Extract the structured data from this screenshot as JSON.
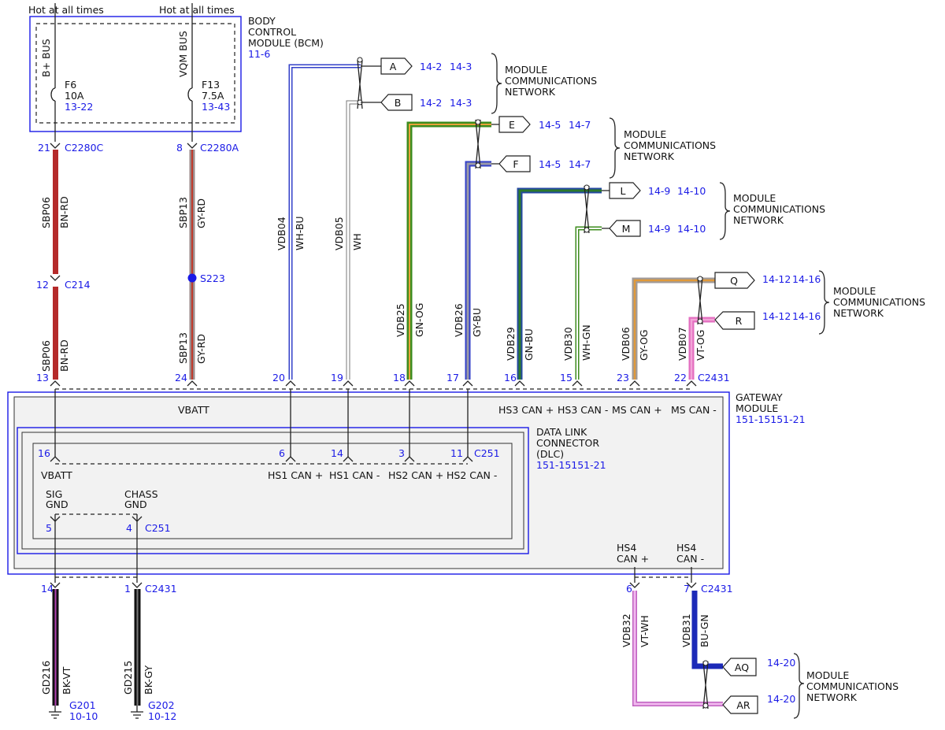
{
  "colors": {
    "label_blue": "#1a1ae6",
    "BN-RD": [
      "#b52a2a",
      "#8a5a3a"
    ],
    "GY-RD": [
      "#9a8a8a",
      "#c0392b"
    ],
    "WH-BU": [
      "#ffffff",
      "#3340c8"
    ],
    "WH": [
      "#ffffff",
      "#888888"
    ],
    "GN-OG": [
      "#3d8c1e",
      "#e8a23a"
    ],
    "GY-BU": [
      "#9a9aa8",
      "#3340c8"
    ],
    "GN-BU": [
      "#2c7a2c",
      "#2448a0"
    ],
    "WH-GN": [
      "#ffffff",
      "#3d8c1e"
    ],
    "GY-OG": [
      "#a09a98",
      "#e0993a"
    ],
    "VT-OG": [
      "#e36fc0",
      "#e8a23a"
    ],
    "VT-WH": [
      "#e090e0",
      "#ffffff"
    ],
    "BU-GN": [
      "#1c2ab8",
      "#1e3d8c"
    ],
    "BK-VT": [
      "#111111",
      "#b040b0"
    ],
    "BK-GY": [
      "#111111",
      "#777777"
    ]
  },
  "top": {
    "hot1": "Hot at all times",
    "hot2": "Hot at all times"
  },
  "bcm": {
    "title1": "BODY",
    "title2": "CONTROL",
    "title3": "MODULE (BCM)",
    "ref": "11-6",
    "bus1": "B+ BUS",
    "bus2": "VQM BUS",
    "f6": "F6",
    "f6_amp": "10A",
    "f6_ref": "13-22",
    "f13": "F13",
    "f13_amp": "7.5A",
    "f13_ref": "13-43"
  },
  "wires": {
    "p21": "21",
    "c2280c": "C2280C",
    "p8": "8",
    "c2280a": "C2280A",
    "sbp06": "SBP06",
    "bnrd": "BN-RD",
    "sbp13": "SBP13",
    "gyrd": "GY-RD",
    "p12": "12",
    "c214": "C214",
    "s223": "S223",
    "vdb04": "VDB04",
    "whbu": "WH-BU",
    "vdb05": "VDB05",
    "wh": "WH",
    "vdb25": "VDB25",
    "gnog": "GN-OG",
    "vdb26": "VDB26",
    "gybu": "GY-BU",
    "vdb29": "VDB29",
    "gnbu": "GN-BU",
    "vdb30": "VDB30",
    "whgn": "WH-GN",
    "vdb06": "VDB06",
    "gyog": "GY-OG",
    "vdb07": "VDB07",
    "vtog": "VT-OG",
    "p13": "13",
    "p24": "24",
    "p20": "20",
    "p19": "19",
    "p18": "18",
    "p17": "17",
    "p16": "16",
    "p15": "15",
    "p23": "23",
    "p22": "22",
    "c2431": "C2431"
  },
  "tags": [
    {
      "id": "A",
      "r1": "14-2",
      "r2": "14-3"
    },
    {
      "id": "B",
      "r1": "14-2",
      "r2": "14-3"
    },
    {
      "id": "E",
      "r1": "14-5",
      "r2": "14-7"
    },
    {
      "id": "F",
      "r1": "14-5",
      "r2": "14-7"
    },
    {
      "id": "L",
      "r1": "14-9",
      "r2": "14-10"
    },
    {
      "id": "M",
      "r1": "14-9",
      "r2": "14-10"
    },
    {
      "id": "Q",
      "r1": "14-12",
      "r2": "14-16"
    },
    {
      "id": "R",
      "r1": "14-12",
      "r2": "14-16"
    },
    {
      "id": "AQ",
      "r1": "14-20"
    },
    {
      "id": "AR",
      "r1": "14-20"
    }
  ],
  "network": {
    "l1": "MODULE",
    "l2": "COMMUNICATIONS",
    "l3": "NETWORK"
  },
  "gateway": {
    "title1": "GATEWAY",
    "title2": "MODULE",
    "ref": "151-15151-21",
    "vbatt": "VBATT",
    "hs3p": "HS3 CAN +",
    "hs3m": "HS3 CAN -",
    "msp": "MS CAN +",
    "msm": "MS CAN -",
    "hs4a": "HS4",
    "hs4p": "CAN +",
    "hs4b": "HS4",
    "hs4m": "CAN -"
  },
  "dlc": {
    "title1": "DATA LINK",
    "title2": "CONNECTOR",
    "title3": "(DLC)",
    "ref": "151-15151-21",
    "p16": "16",
    "p6": "6",
    "p14": "14",
    "p3": "3",
    "p11": "11",
    "c251": "C251",
    "vbatt": "VBATT",
    "hs1p": "HS1 CAN +",
    "hs1m": "HS1 CAN -",
    "hs2p": "HS2 CAN +",
    "hs2m": "HS2 CAN -",
    "sig1": "SIG",
    "sig2": "GND",
    "ch1": "CHASS",
    "ch2": "GND",
    "p5": "5",
    "p4": "4",
    "c251b": "C251"
  },
  "bottom": {
    "p14": "14",
    "p1": "1",
    "c2431": "C2431",
    "p6": "6",
    "p7": "7",
    "c2431b": "C2431",
    "gd216": "GD216",
    "bkvt": "BK-VT",
    "gd215": "GD215",
    "bkgy": "BK-GY",
    "vdb32": "VDB32",
    "vtwh": "VT-WH",
    "vdb31": "VDB31",
    "bugn": "BU-GN",
    "g201": "G201",
    "g201ref": "10-10",
    "g202": "G202",
    "g202ref": "10-12"
  }
}
